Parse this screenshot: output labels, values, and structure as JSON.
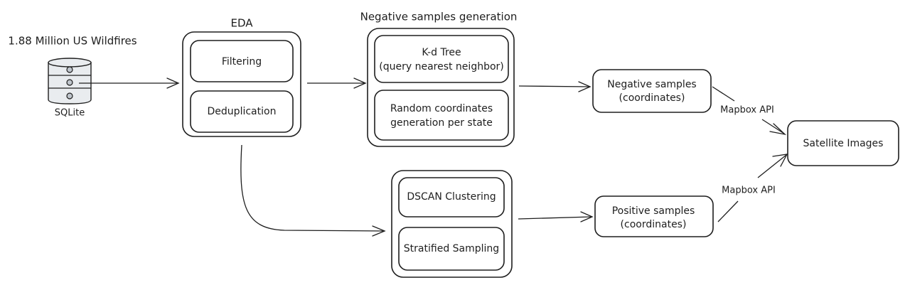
{
  "source": {
    "title": "1.88 Million US Wildfires",
    "db_label": "SQLite"
  },
  "eda": {
    "title": "EDA",
    "steps": [
      "Filtering",
      "Deduplication"
    ]
  },
  "negative_generation": {
    "title": "Negative samples generation",
    "steps": [
      [
        "K-d Tree",
        "(query nearest neighbor)"
      ],
      [
        "Random coordinates",
        "generation per state"
      ]
    ]
  },
  "positive_generation": {
    "steps": [
      "DSCAN Clustering",
      "Stratified Sampling"
    ]
  },
  "negative_samples": [
    "Negative samples",
    "(coordinates)"
  ],
  "positive_samples": [
    "Positive samples",
    "(coordinates)"
  ],
  "satellite": "Satellite Images",
  "api_labels": {
    "negative": "Mapbox API",
    "positive": "Mapbox API"
  },
  "colors": {
    "stroke": "#1e1e1e",
    "db_fill": "#e9ecef",
    "db_dot": "#bfc5cc",
    "background": "#ffffff"
  }
}
